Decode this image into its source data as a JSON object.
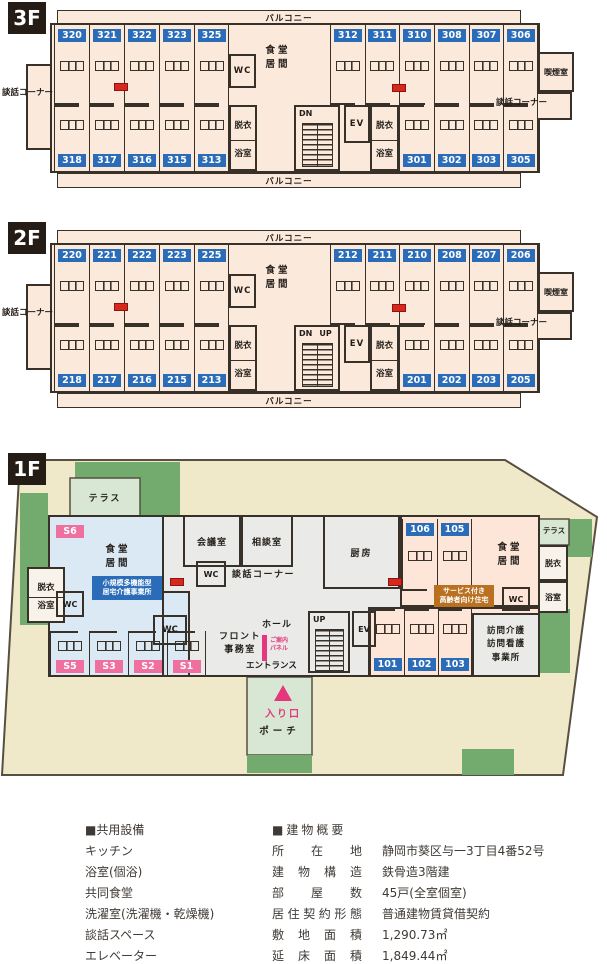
{
  "colors": {
    "wall": "#38312a",
    "floor_peach": "#fbe9dc",
    "room_badge_blue": "#2a6cb8",
    "s_badge_pink": "#ef6f9f",
    "service_badge_orange": "#b9701f",
    "fire_marker_red": "#d8281e",
    "entry_magenta": "#e5367e",
    "zone_blue": "#dbe9f4",
    "zone_gray": "#eaebe8",
    "zone_peach": "#fde5d8",
    "site_cream": "#efe8c9",
    "green": "#73aa6d",
    "terrace_green": "#d8e7d3"
  },
  "floor3": {
    "tag": "3F",
    "balcony_top": "バルコニー",
    "balcony_bottom": "バルコニー",
    "rooms_top_left": [
      "320",
      "321",
      "322",
      "323",
      "325"
    ],
    "rooms_top_right": [
      "312",
      "311",
      "310",
      "308",
      "307",
      "306"
    ],
    "rooms_bottom_left": [
      "318",
      "317",
      "316",
      "315",
      "313"
    ],
    "rooms_bottom_right": [
      "301",
      "302",
      "303",
      "305"
    ],
    "labels": {
      "dining": [
        "食堂",
        "居間"
      ],
      "wc": "WC",
      "undress_left": "脱衣",
      "bath_left": "浴室",
      "undress_right": "脱衣",
      "bath_right": "浴室",
      "ev": "EV",
      "stairs": [
        "DN"
      ],
      "smoking": "喫煙室",
      "talk_left": "談話コーナー",
      "talk_right": "談話コーナー"
    }
  },
  "floor2": {
    "tag": "2F",
    "balcony_top": "バルコニー",
    "balcony_bottom": "バルコニー",
    "rooms_top_left": [
      "220",
      "221",
      "222",
      "223",
      "225"
    ],
    "rooms_top_right": [
      "212",
      "211",
      "210",
      "208",
      "207",
      "206"
    ],
    "rooms_bottom_left": [
      "218",
      "217",
      "216",
      "215",
      "213"
    ],
    "rooms_bottom_right": [
      "201",
      "202",
      "203",
      "205"
    ],
    "labels": {
      "dining": [
        "食堂",
        "居間"
      ],
      "wc": "WC",
      "undress_left": "脱衣",
      "bath_left": "浴室",
      "undress_right": "脱衣",
      "bath_right": "浴室",
      "ev": "EV",
      "stairs": [
        "DN",
        "UP"
      ],
      "smoking": "喫煙室",
      "talk_left": "談話コーナー",
      "talk_right": "談話コーナー"
    }
  },
  "floor1": {
    "tag": "1F",
    "terrace_left": "テラス",
    "terrace_right": "テラス",
    "s6": "S6",
    "s_row": [
      "S5",
      "S3",
      "S2",
      "S1"
    ],
    "rooms_upper": [
      "106",
      "105"
    ],
    "rooms_lower": [
      "101",
      "102",
      "103"
    ],
    "labels": {
      "dining_left": [
        "食堂",
        "居間"
      ],
      "dining_right": [
        "食堂",
        "居間"
      ],
      "meeting": "会議室",
      "consult": "相談室",
      "talk": "談話コーナー",
      "kitchen": "厨房",
      "wc_blue": "WC",
      "wc_mid": "WC",
      "wc_front": "WC",
      "wc_right": "WC",
      "undress_left": "脱衣",
      "bath_left": "浴室",
      "undress_right": "脱衣",
      "bath_right": "浴室",
      "front_office": [
        "フロント",
        "事務室"
      ],
      "hall": "ホール",
      "stairs": [
        "UP"
      ],
      "ev": "EV",
      "entrance": "エントランス",
      "info_panel": [
        "ご案内",
        "パネル"
      ],
      "visiting": [
        "訪問介護",
        "訪問看護",
        "事業所"
      ],
      "entry": "入り口",
      "porch": "ポーチ"
    },
    "badges": {
      "kaigo": [
        "小規模多機能型",
        "居宅介護事業所"
      ],
      "service": [
        "サービス付き",
        "高齢者向け住宅"
      ]
    }
  },
  "info": {
    "shared_title": "■共用設備",
    "shared_items": [
      "キッチン",
      "浴室(個浴)",
      "共同食堂",
      "洗濯室(洗濯機・乾燥機)",
      "談話スペース",
      "エレベーター"
    ],
    "building_title": "■建物概要",
    "building_rows": [
      {
        "label": "所在地",
        "value": "静岡市葵区与一3丁目4番52号"
      },
      {
        "label": "建物構造",
        "value": "鉄骨造3階建"
      },
      {
        "label": "部屋数",
        "value": "45戸(全室個室)"
      },
      {
        "label": "居住契約形態",
        "value": "普通建物賃貸借契約"
      },
      {
        "label": "敷地面積",
        "value": "1,290.73㎡"
      },
      {
        "label": "延床面積",
        "value": "1,849.44㎡"
      }
    ]
  }
}
